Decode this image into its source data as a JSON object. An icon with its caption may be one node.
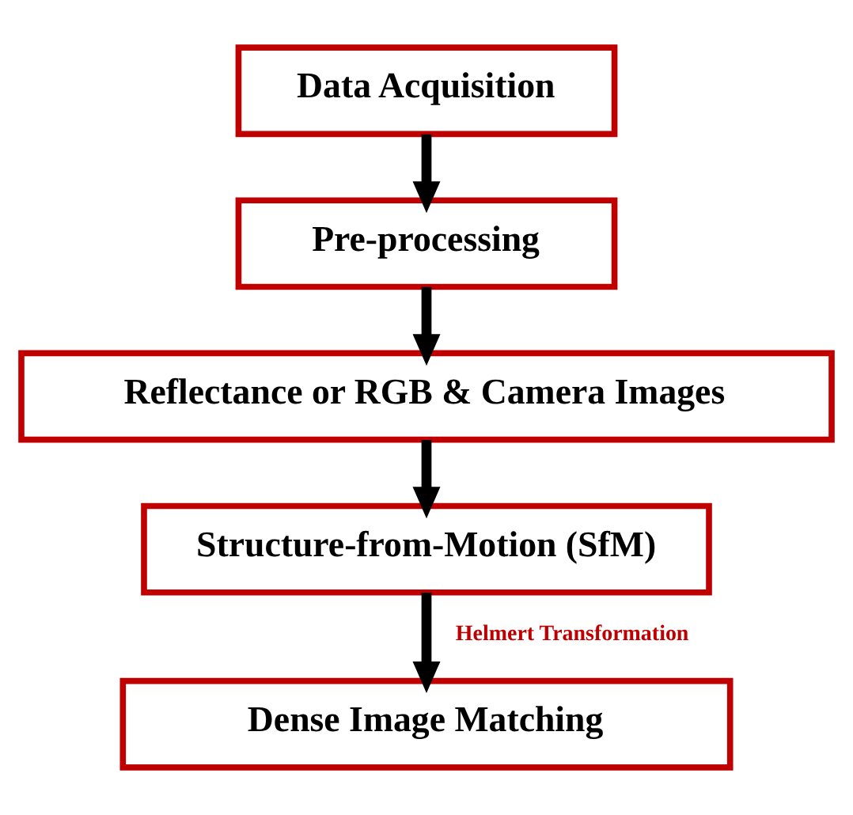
{
  "diagram": {
    "nodes": [
      {
        "text": [
          "Data Acquisition"
        ]
      },
      {
        "text": [
          "Pre-processing"
        ]
      },
      {
        "text": [
          "Reflectance or RGB & Camera Images"
        ]
      },
      {
        "text": [
          "Structure-from-Motion (SfM)"
        ]
      },
      {
        "text": [
          "Dense Image Matching"
        ]
      }
    ],
    "edges": [
      {
        "from": 0,
        "to": 1,
        "arrow": "to"
      },
      {
        "from": 1,
        "to": 2,
        "arrow": "to"
      },
      {
        "from": 2,
        "to": 3,
        "arrow": "to"
      },
      {
        "from": 3,
        "to": 4,
        "arrow": "to",
        "label": "Helmert Transformation"
      }
    ]
  }
}
